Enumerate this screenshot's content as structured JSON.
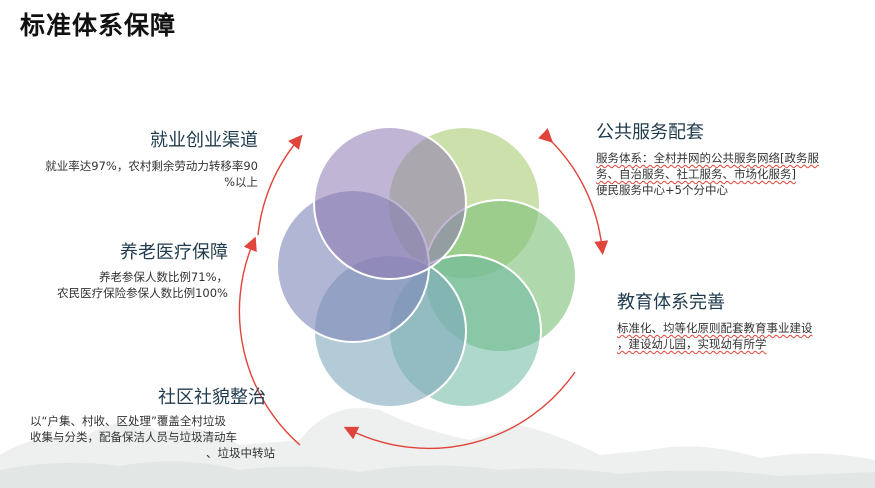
{
  "page": {
    "title": "标准体系保障"
  },
  "blocks": {
    "employment": {
      "heading": "就业创业渠道",
      "lines": [
        "就业率达97%，农村剩余劳动力转移率90",
        "%以上"
      ]
    },
    "elderly": {
      "heading": "养老医疗保障",
      "lines": [
        "养老参保人数比例71%，",
        "农民医疗保险参保人数比例100%"
      ]
    },
    "community": {
      "heading": "社区社貌整治",
      "lines": [
        "以“户集、村收、区处理”覆盖全村垃圾",
        "收集与分类，配备保洁人员与垃圾清动车",
        "、垃圾中转站"
      ]
    },
    "public_service": {
      "heading": "公共服务配套",
      "lines": [
        "服务体系：全村并网的公共服务网络[政务服",
        "务、自治服务、社工服务、市场化服务]",
        "便民服务中心+5个分中心"
      ]
    },
    "education": {
      "heading": "教育体系完善",
      "lines": [
        "标准化、均等化原则配套教育事业建设",
        "，建设幼儿园，实现幼有所学"
      ]
    }
  },
  "colors": {
    "arrow": "#e0443a",
    "petal_purple": "#8e78b3",
    "petal_green_light": "#b9d48a",
    "petal_green": "#7ec17a",
    "petal_teal": "#6cb8a0",
    "petal_blue": "#7fa8bd",
    "petal_slate": "#7d86b8"
  }
}
